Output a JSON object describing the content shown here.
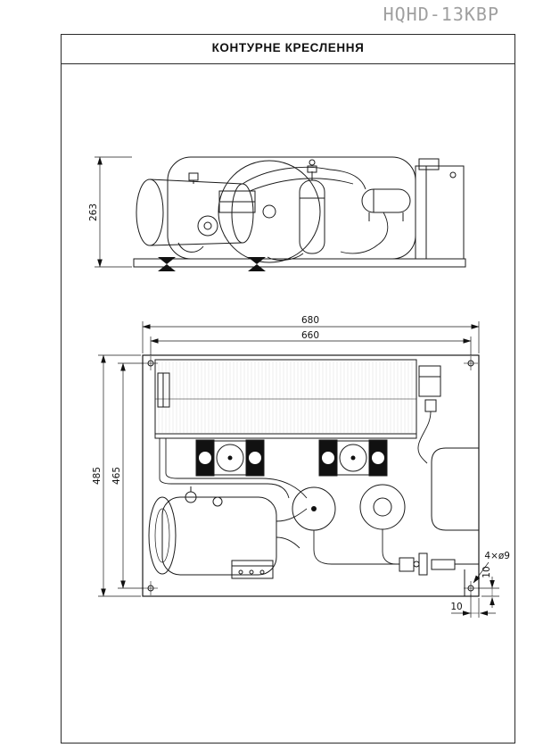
{
  "model": "HQHD-13KBP",
  "title": "КОНТУРНЕ КРЕСЛЕННЯ",
  "dims": {
    "side_height": "263",
    "plan_width_outer": "680",
    "plan_width_inner": "660",
    "plan_depth_outer": "485",
    "plan_depth_inner": "465",
    "holes": "4×ø9",
    "hole_offset_right": "10",
    "hole_offset_bottom": "10"
  },
  "colors": {
    "line": "#1a1a1a",
    "model_text": "#a0a0a0"
  }
}
